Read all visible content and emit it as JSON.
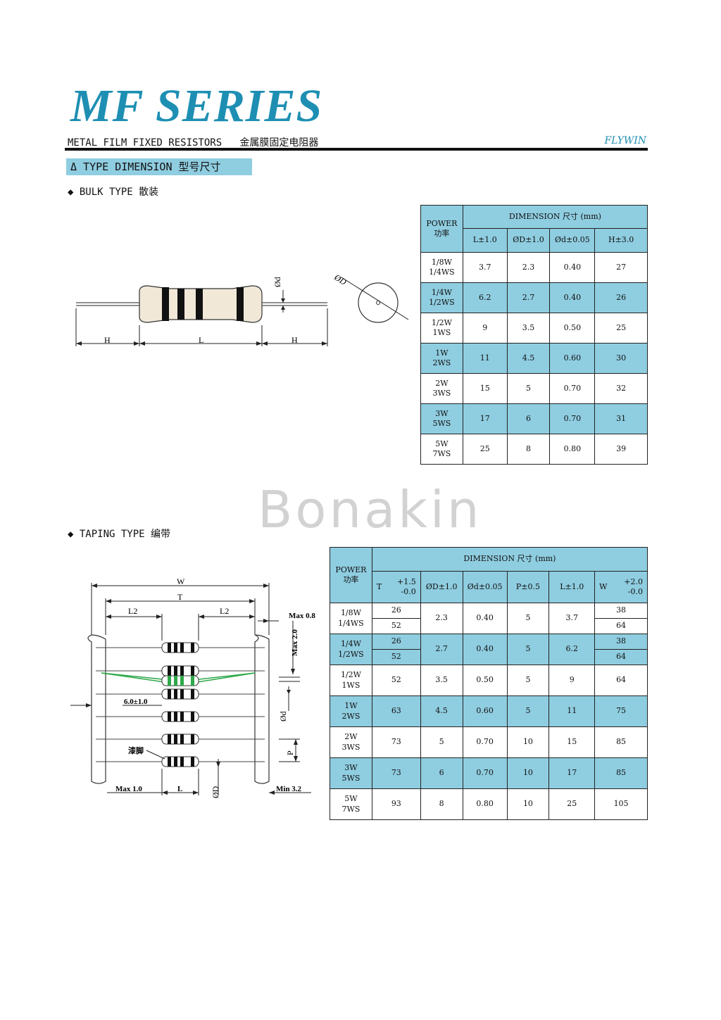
{
  "header": {
    "title": "MF SERIES",
    "subtitle": "METAL FILM FIXED RESISTORS   金属膜固定电阻器",
    "brand": "FLYWIN"
  },
  "section": {
    "title": "Δ TYPE DIMENSION 型号尺寸"
  },
  "bulk": {
    "heading": "◆ BULK TYPE 散装",
    "diagram_labels": {
      "h_left": "H",
      "l": "L",
      "h_right": "H",
      "d_small": "Ød",
      "d_big": "ØD"
    },
    "table": {
      "power_header": [
        "POWER",
        "功率"
      ],
      "dimension_header": "DIMENSION 尺寸 (mm)",
      "columns": [
        "L±1.0",
        "ØD±1.0",
        "Ød±0.05",
        "H±3.0"
      ],
      "rows": [
        {
          "power": [
            "1/8W",
            "1/4WS"
          ],
          "values": [
            "3.7",
            "2.3",
            "0.40",
            "27"
          ]
        },
        {
          "power": [
            "1/4W",
            "1/2WS"
          ],
          "values": [
            "6.2",
            "2.7",
            "0.40",
            "26"
          ]
        },
        {
          "power": [
            "1/2W",
            "1WS"
          ],
          "values": [
            "9",
            "3.5",
            "0.50",
            "25"
          ]
        },
        {
          "power": [
            "1W",
            "2WS"
          ],
          "values": [
            "11",
            "4.5",
            "0.60",
            "30"
          ]
        },
        {
          "power": [
            "2W",
            "3WS"
          ],
          "values": [
            "15",
            "5",
            "0.70",
            "32"
          ]
        },
        {
          "power": [
            "3W",
            "5WS"
          ],
          "values": [
            "17",
            "6",
            "0.70",
            "31"
          ]
        },
        {
          "power": [
            "5W",
            "7WS"
          ],
          "values": [
            "25",
            "8",
            "0.80",
            "39"
          ]
        }
      ]
    }
  },
  "watermark": "Bonakin",
  "taping": {
    "heading": "◆ TAPING TYPE 编带",
    "diagram_labels": {
      "w": "W",
      "t": "T",
      "l2_left": "L2",
      "l2_right": "L2",
      "max08": "Max 0.8",
      "max20": "Max 2.0",
      "pitch6": "6.0±1.0",
      "od": "Ød",
      "p": "P",
      "paint": "漆脚",
      "max10": "Max 1.0",
      "l": "L",
      "bigd": "ØD",
      "min32": "Min 3.2"
    },
    "table": {
      "power_header": [
        "POWER",
        "功率"
      ],
      "dimension_header": "DIMENSION 尺寸 (mm)",
      "t_col": {
        "label": "T",
        "plus": "+1.5",
        "minus": "-0.0"
      },
      "columns": [
        "ØD±1.0",
        "Ød±0.05",
        "P±0.5",
        "L±1.0"
      ],
      "w_col": {
        "label": "W",
        "plus": "+2.0",
        "minus": "-0.0"
      },
      "split_rows": [
        {
          "power": [
            "1/8W",
            "1/4WS"
          ],
          "t": [
            "26",
            "52"
          ],
          "values": [
            "2.3",
            "0.40",
            "5",
            "3.7"
          ],
          "w": [
            "38",
            "64"
          ]
        },
        {
          "power": [
            "1/4W",
            "1/2WS"
          ],
          "t": [
            "26",
            "52"
          ],
          "values": [
            "2.7",
            "0.40",
            "5",
            "6.2"
          ],
          "w": [
            "38",
            "64"
          ]
        }
      ],
      "rows": [
        {
          "power": [
            "1/2W",
            "1WS"
          ],
          "values": [
            "52",
            "3.5",
            "0.50",
            "5",
            "9",
            "64"
          ]
        },
        {
          "power": [
            "1W",
            "2WS"
          ],
          "values": [
            "63",
            "4.5",
            "0.60",
            "5",
            "11",
            "75"
          ]
        },
        {
          "power": [
            "2W",
            "3WS"
          ],
          "values": [
            "73",
            "5",
            "0.70",
            "10",
            "15",
            "85"
          ]
        },
        {
          "power": [
            "3W",
            "5WS"
          ],
          "values": [
            "73",
            "6",
            "0.70",
            "10",
            "17",
            "85"
          ]
        },
        {
          "power": [
            "5W",
            "7WS"
          ],
          "values": [
            "93",
            "8",
            "0.80",
            "10",
            "25",
            "105"
          ]
        }
      ]
    }
  },
  "colors": {
    "accent": "#1e8fb3",
    "header_fill": "#8fcde0",
    "band": "#111111",
    "lead_green": "#2ea84a"
  }
}
